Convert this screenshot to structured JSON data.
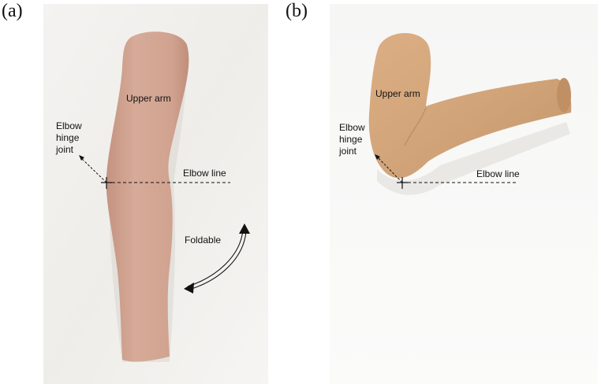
{
  "panels": [
    {
      "label": "(a)",
      "annotations": {
        "upper_arm": "Upper arm",
        "elbow_hinge_joint": [
          "Elbow",
          "hinge",
          "joint"
        ],
        "elbow_line": "Elbow line",
        "foldable": "Foldable"
      }
    },
    {
      "label": "(b)",
      "annotations": {
        "upper_arm": "Upper arm",
        "elbow_hinge_joint": [
          "Elbow",
          "hinge",
          "joint"
        ],
        "elbow_line": "Elbow line"
      }
    }
  ],
  "colors": {
    "background": "#f3f1ee",
    "arm_a": "#d2a592",
    "arm_b": "#d6a97f",
    "annotation": "#111111"
  }
}
